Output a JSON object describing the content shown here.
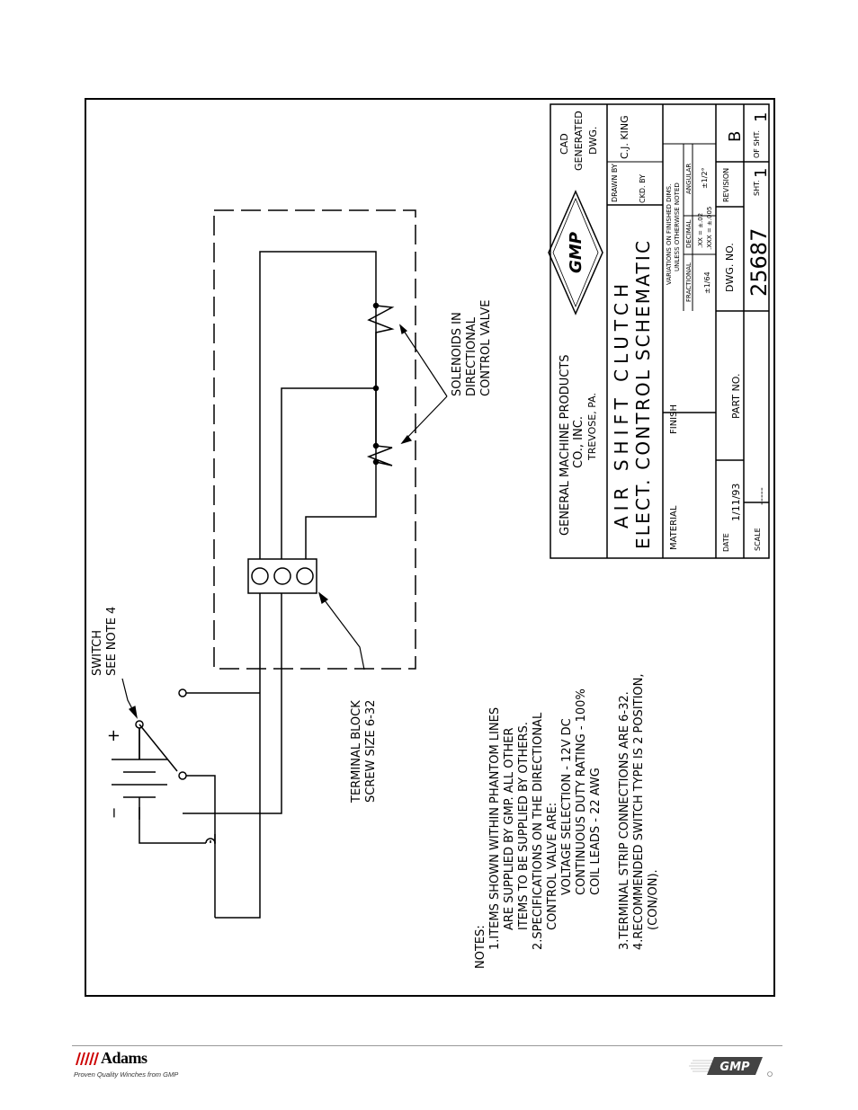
{
  "title_block": {
    "company_line1": "GENERAL MACHINE PRODUCTS",
    "company_line2": "CO., INC.",
    "company_line3": "TREVOSE, PA.",
    "logo_text": "GMP",
    "cad_line1": "CAD",
    "cad_line2": "GENERATED",
    "cad_line3": "DWG.",
    "title_line1": "AIR SHIFT CLUTCH",
    "title_line2": "ELECT. CONTROL SCHEMATIC",
    "drawn_by_label": "DRAWN BY",
    "drawn_by_value": "C.J. KING",
    "ckd_by_label": "CKD. BY",
    "material_label": "MATERIAL",
    "finish_label": "FINISH",
    "tol_line1": "VARIATIONS ON FINISHED DIMS.",
    "tol_line2": "UNLESS OTHERWISE NOTED",
    "tol_fractional_label": "FRACTIONAL",
    "tol_fractional_value": "±1/64",
    "tol_decimal_label": "DECIMAL",
    "tol_decimal_value1": ".XX = ±.02",
    "tol_decimal_value2": ".XXX = ±.005",
    "tol_angular_label": "ANGULAR",
    "tol_angular_value": "±1/2°",
    "date_label": "DATE",
    "date_value": "1/11/93",
    "scale_label": "SCALE",
    "scale_value": "-----",
    "part_no_label": "PART NO.",
    "dwg_no_label": "DWG. NO.",
    "dwg_no_value": "25687",
    "revision_label": "REVISION",
    "revision_value": "B",
    "sheet_label": "SHT.",
    "sheet_value": "1",
    "of_sheet_label": "OF SHT.",
    "of_sheet_value": "1"
  },
  "labels": {
    "solenoids_line1": "SOLENOIDS IN",
    "solenoids_line2": "DIRECTIONAL",
    "solenoids_line3": "CONTROL VALVE",
    "switch_line1": "SWITCH",
    "switch_line2": "SEE NOTE 4",
    "terminal_line1": "TERMINAL BLOCK",
    "terminal_line2": "SCREW SIZE 6-32",
    "battery_minus": "−",
    "battery_plus": "+"
  },
  "notes": {
    "heading": "NOTES:",
    "lines": [
      "1.ITEMS SHOWN WITHIN PHANTOM LINES",
      "ARE SUPPLIED BY GMP. ALL OTHER",
      "ITEMS TO BE SUPPLIED BY OTHERS.",
      "2.SPECIFICATIONS ON THE DIRECTIONAL",
      "CONTROL VALVE ARE:",
      "VOLTAGE SELECTION - 12V DC",
      "CONTINUOUS DUTY RATING - 100%",
      "COIL LEADS - 22 AWG",
      "3.TERMINAL STRIP CONNECTIONS ARE 6-32.",
      "4.RECOMMENDED SWITCH TYPE IS 2 POSITION,",
      "(CON/ON)."
    ]
  },
  "footer": {
    "adams_brand": "Adams",
    "adams_tagline": "Proven Quality Winches from GMP",
    "gmp_brand": "GMP"
  }
}
